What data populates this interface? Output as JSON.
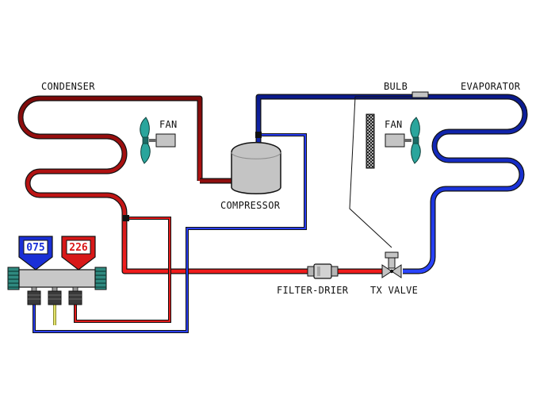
{
  "labels": {
    "condenser": "CONDENSER",
    "evaporator": "EVAPORATOR",
    "bulb": "BULB",
    "fan_left": "FAN",
    "fan_right": "FAN",
    "compressor": "COMPRESSOR",
    "filter_drier": "FILTER-DRIER",
    "tx_valve": "TX VALVE"
  },
  "gauges": {
    "low_side": {
      "reading": "075",
      "color": "#1a2fd6"
    },
    "high_side": {
      "reading": "226",
      "color": "#d81818"
    }
  },
  "colors": {
    "high_pressure_vapor": "#8e0e0e",
    "high_pressure_liquid": "#ef1c1c",
    "low_pressure_vapor": "#06127a",
    "low_pressure_liquid": "#1f36f2",
    "fan_blade": "#2aa59c",
    "component_gray": "#c4c4c4",
    "sensing_line": "#111111",
    "hose_center": "#e2e26a"
  }
}
